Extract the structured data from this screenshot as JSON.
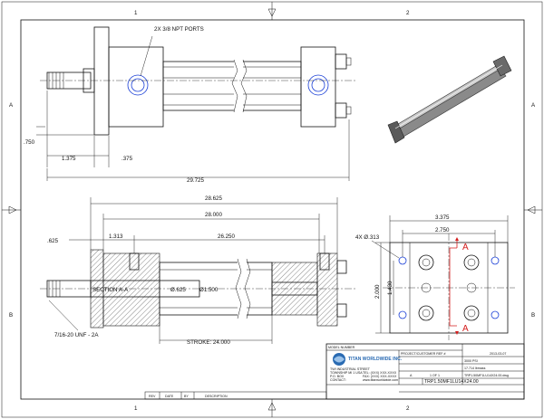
{
  "colors": {
    "ink": "#111111",
    "port_blue": "#1a3fd6",
    "section_red": "#d41c1c",
    "logo_blue": "#2a6bb3"
  },
  "zones": {
    "top": [
      "1",
      "2"
    ],
    "bottom": [
      "1",
      "2"
    ],
    "left": [
      "A",
      "B"
    ],
    "right": [
      "A",
      "B"
    ]
  },
  "side_view": {
    "port_note": "2X 3/8 NPT PORTS",
    "dims": {
      "flange_offset": ".750",
      "rod_extension": "1.375",
      "flange_thickness": ".375",
      "overall_length": "29.725"
    }
  },
  "section_view": {
    "label": "SECTION A-A",
    "thread_note": "7/16-20 UNF - 2A",
    "dims": {
      "overall": "28.625",
      "body": "28.000",
      "rod_offset": ".625",
      "port_to_face": "1.313",
      "port_to_port": "26.250",
      "rod_dia": "Ø.625",
      "bore_dia": "Ø1.500",
      "stroke": "STROKE: 24.000"
    }
  },
  "end_view": {
    "hole_note": "4X Ø.313",
    "dims": {
      "width": "3.375",
      "hole_span_x": "2.750",
      "height": "2.000",
      "hole_span_y": "1.430"
    },
    "section_marks": [
      "A",
      "A"
    ]
  },
  "title_block": {
    "model_number_label": "MODEL NUMBER",
    "company": "TITAN WORLDWIDE INC.",
    "address_lines": [
      "TWI INDUSTRIAL STREET",
      "TOWNSHIP MI 1  USA",
      "P.O. BOX",
      "CONTACT:",
      "TEL: (XXX) XXX-XXXX",
      "FAX: (XXX) XXX-XXXX",
      "www.titanworldwide.com"
    ],
    "project_label": "PROJECT/CUSTOMER REF #",
    "date": "2013-03-07",
    "pressure": "3000 PSI",
    "weight": "17.714 lbmass",
    "size": "A",
    "sheet": "1 OF 1",
    "drawing_no": "TRP1.50MF1LU14X24.00",
    "file_name": "TRP1.50MF1LU14X24.00.dwg",
    "rev_headers": [
      "REV",
      "DATE",
      "BY",
      "DESCRIPTION"
    ]
  }
}
